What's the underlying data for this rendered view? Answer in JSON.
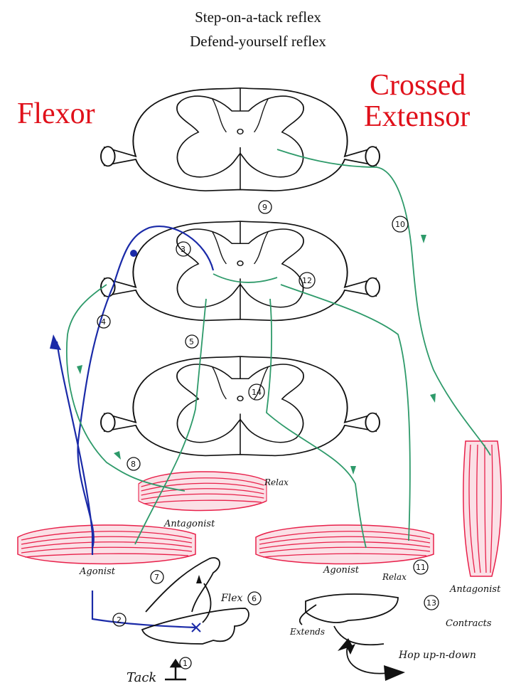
{
  "header": {
    "line1": "Step-on-a-tack reflex",
    "line2": "Defend-yourself reflex"
  },
  "titles": {
    "left": "Flexor",
    "right_line1": "Crossed",
    "right_line2": "Extensor"
  },
  "labels": {
    "relax_top": "Relax",
    "antagonist_left": "Antagonist",
    "agonist_left": "Agonist",
    "agonist_right": "Agonist",
    "relax_right": "Relax",
    "flex": "Flex",
    "antagonist_right": "Antagonist",
    "contracts": "Contracts",
    "extends": "Extends",
    "hop": "Hop up-n-down",
    "tack": "Tack"
  },
  "numbers": [
    "1",
    "2",
    "3",
    "4",
    "5",
    "6",
    "7",
    "8",
    "9",
    "10",
    "11",
    "12",
    "13",
    "14"
  ],
  "colors": {
    "title_red": "#e0101a",
    "muscle": "#e8204a",
    "sensory_blue": "#1a2aa8",
    "motor_green": "#2e9a6a",
    "ink": "#111111"
  }
}
